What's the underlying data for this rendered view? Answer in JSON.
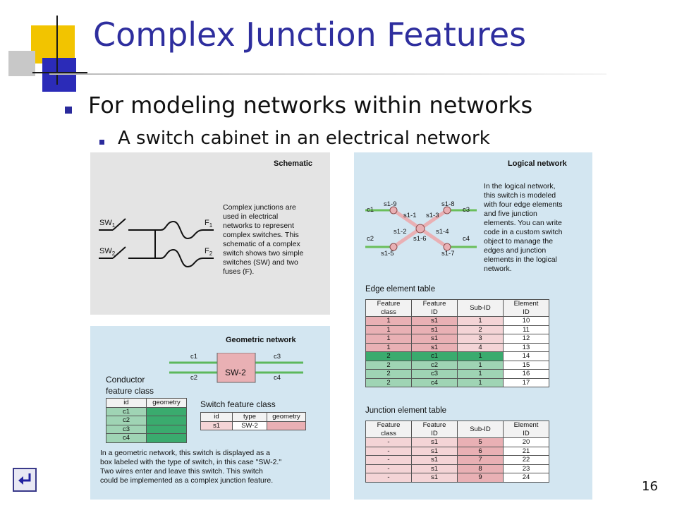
{
  "slide": {
    "title": "Complex Junction Features",
    "bullet_1": "For modeling networks within networks",
    "bullet_2": "A switch cabinet in an electrical network",
    "page_number": "16"
  },
  "icons": {
    "nav": "return-arrow-icon",
    "bullet": "square-bullet-icon"
  },
  "colors": {
    "title": "#2e2e9e",
    "bullet": "#2a2a9c",
    "pink": "#e9b0b4",
    "green": "#3aab6e",
    "panel_blue": "#d3e6f1"
  },
  "figure": {
    "schematic": {
      "title": "Schematic",
      "description": "Complex junctions are\nused in electrical\nnetworks to represent\ncomplex switches. This\nschematic of a complex\nswitch shows two simple\nswitches (SW) and two\nfuses (F).",
      "labels": {
        "sw1": "SW",
        "sw1_sub": "1",
        "sw2": "SW",
        "sw2_sub": "2",
        "f1": "F",
        "f1_sub": "1",
        "f2": "F",
        "f2_sub": "2"
      }
    },
    "geometric": {
      "title": "Geometric network",
      "box_label": "SW-2",
      "edges": {
        "c1": "c1",
        "c2": "c2",
        "c3": "c3",
        "c4": "c4"
      },
      "conductor_title": "Conductor\nfeature class",
      "conductor_headers": [
        "id",
        "geometry"
      ],
      "conductor_rows": [
        "c1",
        "c2",
        "c3",
        "c4"
      ],
      "switch_title": "Switch feature class",
      "switch_headers": [
        "id",
        "type",
        "geometry"
      ],
      "switch_row": [
        "s1",
        "SW-2",
        ""
      ],
      "caption": "In a geometric network, this switch is displayed as a\nbox labeled with the type of switch, in this case \"SW-2.\"\nTwo wires enter and leave this switch. This switch\ncould be implemented as a complex junction feature."
    },
    "logical": {
      "title": "Logical network",
      "description": "In the logical network,\nthis switch is modeled\nwith four edge elements\nand five junction\nelements.  You can write\ncode in a custom switch\nobject to manage the\nedges and junction\nelements in the logical\nnetwork.",
      "node_labels": {
        "s1_9": "s1-9",
        "s1_8": "s1-8",
        "s1_1": "s1-1",
        "s1_3": "s1-3",
        "s1_2": "s1-2",
        "s1_4": "s1-4",
        "s1_6": "s1-6",
        "s1_5": "s1-5",
        "s1_7": "s1-7",
        "c1": "c1",
        "c2": "c2",
        "c3": "c3",
        "c4": "c4"
      },
      "edge_table_title": "Edge element table",
      "edge_headers": [
        "Feature\nclass",
        "Feature\nID",
        "Sub-ID",
        "Element\nID"
      ],
      "edge_rows": [
        [
          "1",
          "s1",
          "1",
          "10"
        ],
        [
          "1",
          "s1",
          "2",
          "11"
        ],
        [
          "1",
          "s1",
          "3",
          "12"
        ],
        [
          "1",
          "s1",
          "4",
          "13"
        ],
        [
          "2",
          "c1",
          "1",
          "14"
        ],
        [
          "2",
          "c2",
          "1",
          "15"
        ],
        [
          "2",
          "c3",
          "1",
          "16"
        ],
        [
          "2",
          "c4",
          "1",
          "17"
        ]
      ],
      "junction_table_title": "Junction element table",
      "junction_headers": [
        "Feature\nclass",
        "Feature\nID",
        "Sub-ID",
        "Element\nID"
      ],
      "junction_rows": [
        [
          "-",
          "s1",
          "5",
          "20"
        ],
        [
          "-",
          "s1",
          "6",
          "21"
        ],
        [
          "-",
          "s1",
          "7",
          "22"
        ],
        [
          "-",
          "s1",
          "8",
          "23"
        ],
        [
          "-",
          "s1",
          "9",
          "24"
        ]
      ]
    }
  }
}
